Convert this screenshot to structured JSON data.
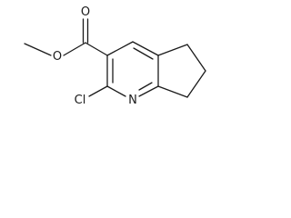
{
  "molecule": {
    "atoms": {
      "carbonyl_oxygen": "O",
      "ester_oxygen": "O",
      "ring_nitrogen": "N",
      "chlorine": "Cl"
    }
  },
  "colors": {
    "bond": "#1a1a1a",
    "label": "#1a1a1a",
    "background": "#ffffff"
  }
}
